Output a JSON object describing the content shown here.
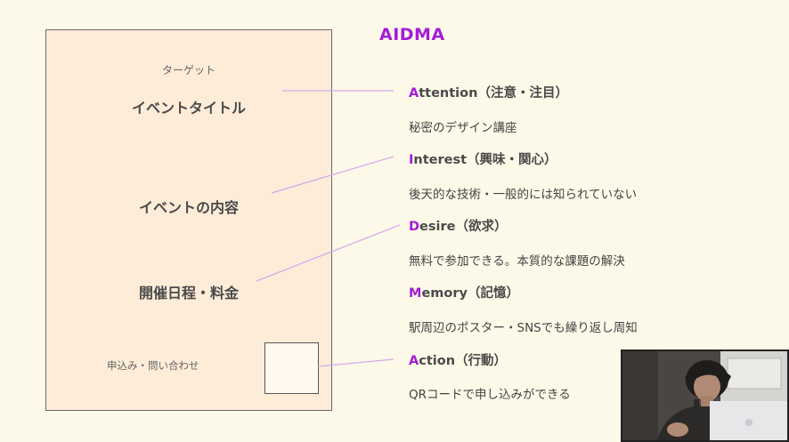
{
  "title": "AIDMA",
  "flyer": {
    "target": "ターゲット",
    "event_title": "イベントタイトル",
    "event_content": "イベントの内容",
    "date_fee": "開催日程・料金",
    "apply": "申込み・問い合わせ"
  },
  "steps": [
    {
      "initial": "A",
      "rest": "ttention（注意・注目）",
      "desc": "秘密のデザイン講座"
    },
    {
      "initial": "I",
      "rest": "nterest（興味・関心）",
      "desc": "後天的な技術・一般的には知られていない"
    },
    {
      "initial": "D",
      "rest": "esire（欲求）",
      "desc": "無料で参加できる。本質的な課題の解決"
    },
    {
      "initial": "M",
      "rest": "emory（記憶）",
      "desc": "駅周辺のポスター・SNSでも繰り返し周知"
    },
    {
      "initial": "A",
      "rest": "ction（行動）",
      "desc": "QRコードで申し込みができる"
    }
  ],
  "colors": {
    "accent": "#a51cd8",
    "connector": "#d8a8ec",
    "background": "#fdf9e8",
    "flyer_background": "#fcecd8"
  }
}
